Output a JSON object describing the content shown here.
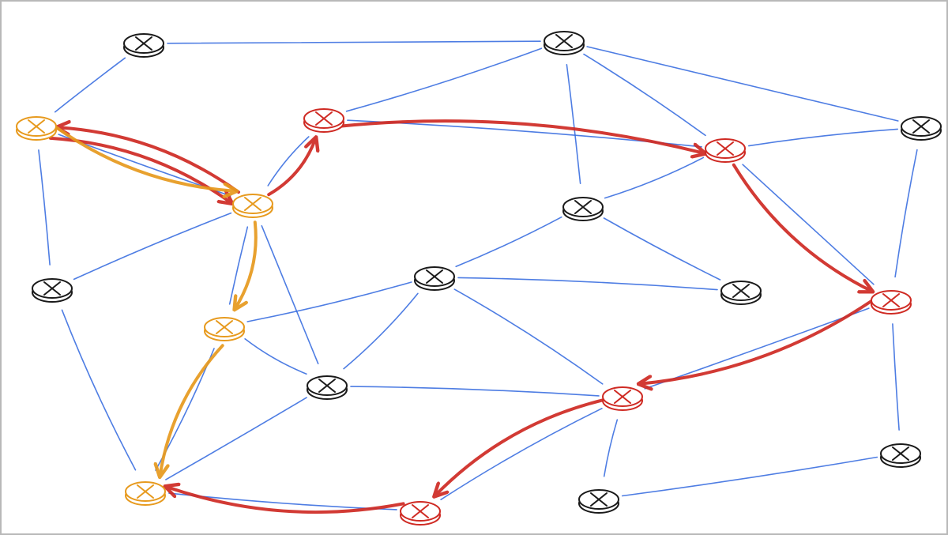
{
  "colors": {
    "edge": "#3b6fe0",
    "red": "#cf2a23",
    "orange": "#e79a1e",
    "black": "#1a1a1a",
    "frame": "#b9b9b9"
  },
  "node_icon": "crossed-circle-icon",
  "nodes": [
    {
      "id": "n1",
      "group": "black"
    },
    {
      "id": "n2",
      "group": "black"
    },
    {
      "id": "n3",
      "group": "orange"
    },
    {
      "id": "n4",
      "group": "red"
    },
    {
      "id": "n5",
      "group": "red"
    },
    {
      "id": "n6",
      "group": "black"
    },
    {
      "id": "n7",
      "group": "orange"
    },
    {
      "id": "n8",
      "group": "black"
    },
    {
      "id": "n9",
      "group": "black"
    },
    {
      "id": "n10",
      "group": "black"
    },
    {
      "id": "n11",
      "group": "black"
    },
    {
      "id": "n12",
      "group": "red"
    },
    {
      "id": "n13",
      "group": "orange"
    },
    {
      "id": "n14",
      "group": "black"
    },
    {
      "id": "n15",
      "group": "red"
    },
    {
      "id": "n16",
      "group": "black"
    },
    {
      "id": "n17",
      "group": "orange"
    },
    {
      "id": "n18",
      "group": "red"
    },
    {
      "id": "n19",
      "group": "black"
    }
  ],
  "edges": [
    [
      "n1",
      "n2"
    ],
    [
      "n1",
      "n3"
    ],
    [
      "n2",
      "n4"
    ],
    [
      "n2",
      "n5"
    ],
    [
      "n2",
      "n9"
    ],
    [
      "n2",
      "n6"
    ],
    [
      "n4",
      "n5"
    ],
    [
      "n4",
      "n7"
    ],
    [
      "n3",
      "n7"
    ],
    [
      "n3",
      "n8"
    ],
    [
      "n8",
      "n7"
    ],
    [
      "n6",
      "n5"
    ],
    [
      "n6",
      "n12"
    ],
    [
      "n5",
      "n9"
    ],
    [
      "n5",
      "n12"
    ],
    [
      "n9",
      "n10"
    ],
    [
      "n9",
      "n11"
    ],
    [
      "n10",
      "n11"
    ],
    [
      "n7",
      "n13"
    ],
    [
      "n7",
      "n14"
    ],
    [
      "n10",
      "n13"
    ],
    [
      "n10",
      "n15"
    ],
    [
      "n13",
      "n14"
    ],
    [
      "n8",
      "n17"
    ],
    [
      "n13",
      "n17"
    ],
    [
      "n14",
      "n17"
    ],
    [
      "n14",
      "n10"
    ],
    [
      "n14",
      "n15"
    ],
    [
      "n12",
      "n15"
    ],
    [
      "n12",
      "n16"
    ],
    [
      "n15",
      "n19"
    ],
    [
      "n16",
      "n19"
    ],
    [
      "n18",
      "n17"
    ],
    [
      "n15",
      "n18"
    ]
  ],
  "paths": [
    {
      "color": "red",
      "nodes": [
        "n7",
        "n3",
        "n7",
        "n4",
        "n5",
        "n12",
        "n15",
        "n18",
        "n17"
      ]
    },
    {
      "color": "orange",
      "nodes": [
        "n3",
        "n7",
        "n13",
        "n17"
      ]
    }
  ]
}
